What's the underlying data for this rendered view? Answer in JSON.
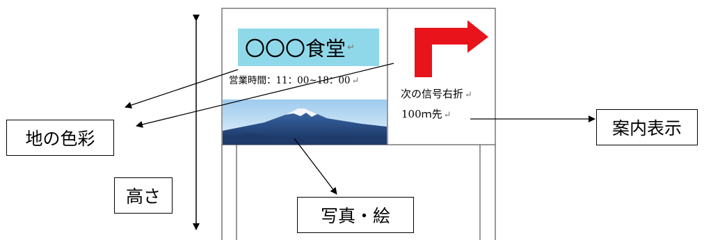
{
  "sign": {
    "shop_name": "〇〇〇食堂",
    "shop_name_mark": "↵",
    "hours": "営業時間：11：00~18：00",
    "hours_mark": "↵",
    "direction_line1": "次の信号右折",
    "direction_line1_mark": "↵",
    "direction_line2": "100ｍ先",
    "direction_line2_mark": "↵"
  },
  "labels": {
    "ground_color": "地の色彩",
    "height": "高さ",
    "photo": "写真・絵",
    "guide": "案内表示"
  },
  "colors": {
    "label_background": "#8fd8ea",
    "arrow_sign": "#e8131b",
    "sky": "#c5e3f5",
    "mountain": "#27508e"
  }
}
